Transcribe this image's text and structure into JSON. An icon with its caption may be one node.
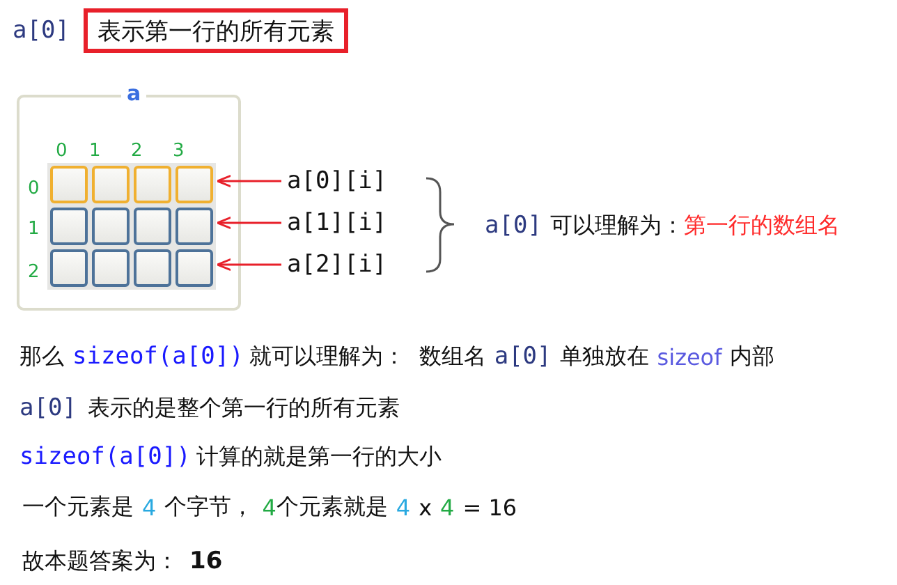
{
  "diagram": {
    "nodes": [
      {
        "text": [
          "表示第一行的所有元素"
        ]
      },
      {
        "text": [
          "a"
        ]
      },
      {
        "text": [],
        "shape": "box",
        "in": 1
      },
      {
        "text": [],
        "shape": "box",
        "in": 1
      },
      {
        "text": [],
        "shape": "box",
        "in": 1
      },
      {
        "text": [],
        "shape": "box",
        "in": 1
      },
      {
        "text": [],
        "shape": "box",
        "in": 1
      },
      {
        "text": [],
        "shape": "box",
        "in": 1
      },
      {
        "text": [],
        "shape": "box",
        "in": 1
      },
      {
        "text": [],
        "shape": "box",
        "in": 1
      },
      {
        "text": [],
        "shape": "box",
        "in": 1
      },
      {
        "text": [],
        "shape": "box",
        "in": 1
      },
      {
        "text": [],
        "shape": "box",
        "in": 1
      },
      {
        "text": [],
        "shape": "box",
        "in": 1
      },
      {
        "text": [
          "a[0][i]"
        ]
      },
      {
        "text": [
          "a[1][i]"
        ]
      },
      {
        "text": [
          "a[2][i]"
        ]
      }
    ],
    "edges": [
      {
        "from": 14,
        "to": 5,
        "arrow": "to"
      },
      {
        "from": 15,
        "to": 9,
        "arrow": "to"
      },
      {
        "from": 16,
        "to": 13,
        "arrow": "to"
      }
    ],
    "labels": [
      "a[0]",
      "0",
      "1",
      "2",
      "3",
      "0",
      "1",
      "2",
      "a[0]",
      "可以理解为：",
      "第一行的数组名",
      "那么",
      "sizeof(a[0])",
      "就可以理解为：",
      "数组名",
      "a[0]",
      "单独放在",
      "sizeof",
      "内部",
      "a[0]",
      "表示的是整个第一行的所有元素",
      "sizeof(a[0])",
      "计算的就是第一行的大小",
      "一个元素是",
      "4",
      "个字节，",
      "4",
      "个元素就是",
      "4",
      "x",
      "4",
      "= 16",
      "故本题答案为：",
      "16"
    ]
  }
}
